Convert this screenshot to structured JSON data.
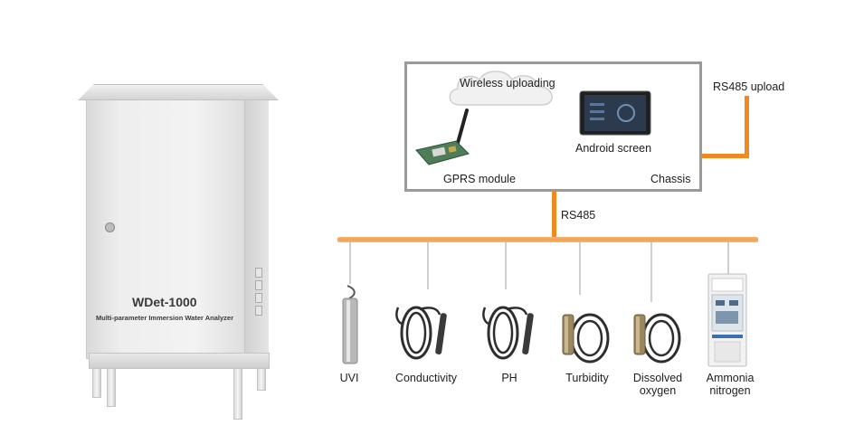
{
  "cabinet": {
    "model": "WDet-1000",
    "subtitle": "Multi-parameter Immersion Water Analyzer"
  },
  "chassis": {
    "label": "Chassis",
    "wireless_label": "Wireless uploading",
    "gprs_label": "GPRS module",
    "screen_label": "Android screen"
  },
  "links": {
    "rs485_upload": "RS485 upload",
    "rs485": "RS485"
  },
  "sensors": {
    "uvi": "UVI",
    "conductivity": "Conductivity",
    "ph": "PH",
    "turbidity": "Turbidity",
    "dissolved_1": "Dissolved",
    "dissolved_2": "oxygen",
    "ammonia_1": "Ammonia",
    "ammonia_2": "nitrogen"
  },
  "colors": {
    "bus": "#f3a04d",
    "link": "#f0891f",
    "chassis_border": "#9a9a9a"
  }
}
